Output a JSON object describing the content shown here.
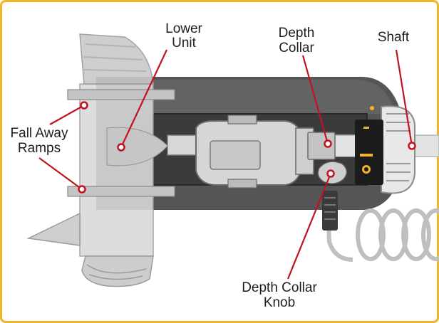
{
  "frame_color": "#f2b52a",
  "leader_color": "#c1131f",
  "labels": {
    "lower_unit_line1": "Lower",
    "lower_unit_line2": "Unit",
    "depth_collar_line1": "Depth",
    "depth_collar_line2": "Collar",
    "shaft": "Shaft",
    "fall_away_line1": "Fall Away",
    "fall_away_line2": "Ramps",
    "depth_collar_knob_line1": "Depth Collar",
    "depth_collar_knob_line2": "Knob"
  }
}
